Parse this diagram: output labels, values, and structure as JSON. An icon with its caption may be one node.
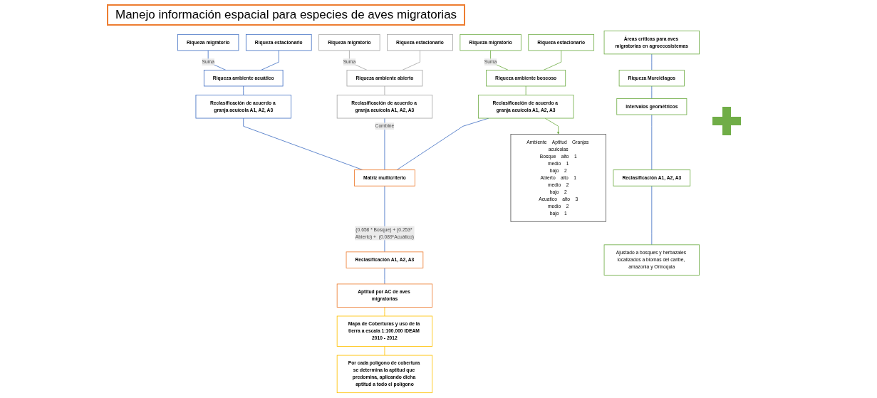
{
  "diagram": {
    "title": "Manejo información espacial para especies de aves migratorias",
    "nodes": [
      {
        "text": [
          "Riqueza migratorio"
        ]
      },
      {
        "text": [
          "Riqueza estacionario"
        ]
      },
      {
        "text": [
          "Riqueza ambiente acuático"
        ]
      },
      {
        "text": [
          "Reclasificación de acuerdo a granja acuícola A1, A2, A3"
        ]
      },
      {
        "text": [
          "Riqueza migratorio"
        ]
      },
      {
        "text": [
          "Riqueza estacionario"
        ]
      },
      {
        "text": [
          "Riqueza ambiente abierto"
        ]
      },
      {
        "text": [
          "Reclasificación de acuerdo a granja acuícola A1, A2, A3"
        ]
      },
      {
        "text": [
          "Riqueza migratorio"
        ]
      },
      {
        "text": [
          "Riqueza estacionario"
        ]
      },
      {
        "text": [
          "Riqueza ambiente boscoso"
        ]
      },
      {
        "text": [
          "Reclasificación de acuerdo a granja acuícola A1, A2, A3"
        ]
      },
      {
        "text": [
          "Matriz multicriterio"
        ]
      },
      {
        "text": [
          "Reclasificación A1, A2, A3"
        ]
      },
      {
        "text": [
          "Aptitud por AC de aves migratorias"
        ]
      },
      {
        "text": [
          "Mapa de Coberturas y uso de la tierra a escala 1:100.000 IDEAM 2010 - 2012"
        ]
      },
      {
        "text": [
          "Por cada polígono de cobertura se determina la aptitud que predomina, aplicando dicha aptitud a todo el polígono"
        ]
      },
      {
        "text": [
          "Ambiente",
          "Aptitud",
          "Granjas acuicolas",
          "Bosque",
          "alto",
          "1",
          "medio",
          "1",
          "bajo",
          "2",
          "Abierto",
          "alto",
          "1",
          "medio",
          "2",
          "bajo",
          "2",
          "Acuatico",
          "alto",
          "3",
          "medio",
          "2",
          "bajo",
          "1"
        ]
      },
      {
        "text": [
          "Áreas críticas para aves migratorias en agroecosistemas"
        ]
      },
      {
        "text": [
          "Riqueza Murciélagos"
        ]
      },
      {
        "text": [
          "Intervalos geométricos"
        ]
      },
      {
        "text": [
          "Reclasificación A1, A2, A3"
        ]
      },
      {
        "text": [
          "Ajustado a bosques y herbazales localizados a biomas del caribe, amazonia y Orinoquia"
        ]
      }
    ],
    "edges": [
      {
        "from": 0,
        "to": 2,
        "arrow": "none",
        "label": "Suma"
      },
      {
        "from": 1,
        "to": 2,
        "arrow": "none"
      },
      {
        "from": 2,
        "to": 3,
        "arrow": "none"
      },
      {
        "from": 4,
        "to": 6,
        "arrow": "none",
        "label": "Suma",
        "color": "#a6a6a6"
      },
      {
        "from": 5,
        "to": 6,
        "arrow": "none",
        "color": "#a6a6a6"
      },
      {
        "from": 6,
        "to": 7,
        "arrow": "none",
        "color": "#a6a6a6"
      },
      {
        "from": 8,
        "to": 10,
        "arrow": "none",
        "label": "Suma",
        "color": "#70ad47"
      },
      {
        "from": 9,
        "to": 10,
        "arrow": "none",
        "color": "#70ad47"
      },
      {
        "from": 10,
        "to": 11,
        "arrow": "none",
        "color": "#70ad47"
      },
      {
        "from": 3,
        "to": 12,
        "arrow": "none"
      },
      {
        "from": 7,
        "to": 12,
        "arrow": "none",
        "label": "Combine"
      },
      {
        "from": 11,
        "to": 12,
        "arrow": "none"
      },
      {
        "from": 12,
        "to": 13,
        "arrow": "none",
        "label": "(0.658 * Bosque) + (0.253* Abierto) +  (0.089*Acuático)"
      },
      {
        "from": 13,
        "to": 14,
        "arrow": "none"
      },
      {
        "from": 14,
        "to": 15,
        "arrow": "none",
        "color": "#ffc000"
      },
      {
        "from": 15,
        "to": 16,
        "arrow": "none",
        "color": "#ffc000"
      },
      {
        "from": 11,
        "to": 17,
        "arrow": "to",
        "color": "#70ad47"
      },
      {
        "from": 18,
        "to": 19,
        "arrow": "none"
      },
      {
        "from": 19,
        "to": 20,
        "arrow": "none"
      },
      {
        "from": 20,
        "to": 21,
        "arrow": "none"
      },
      {
        "from": 21,
        "to": 22,
        "arrow": "none"
      }
    ]
  }
}
